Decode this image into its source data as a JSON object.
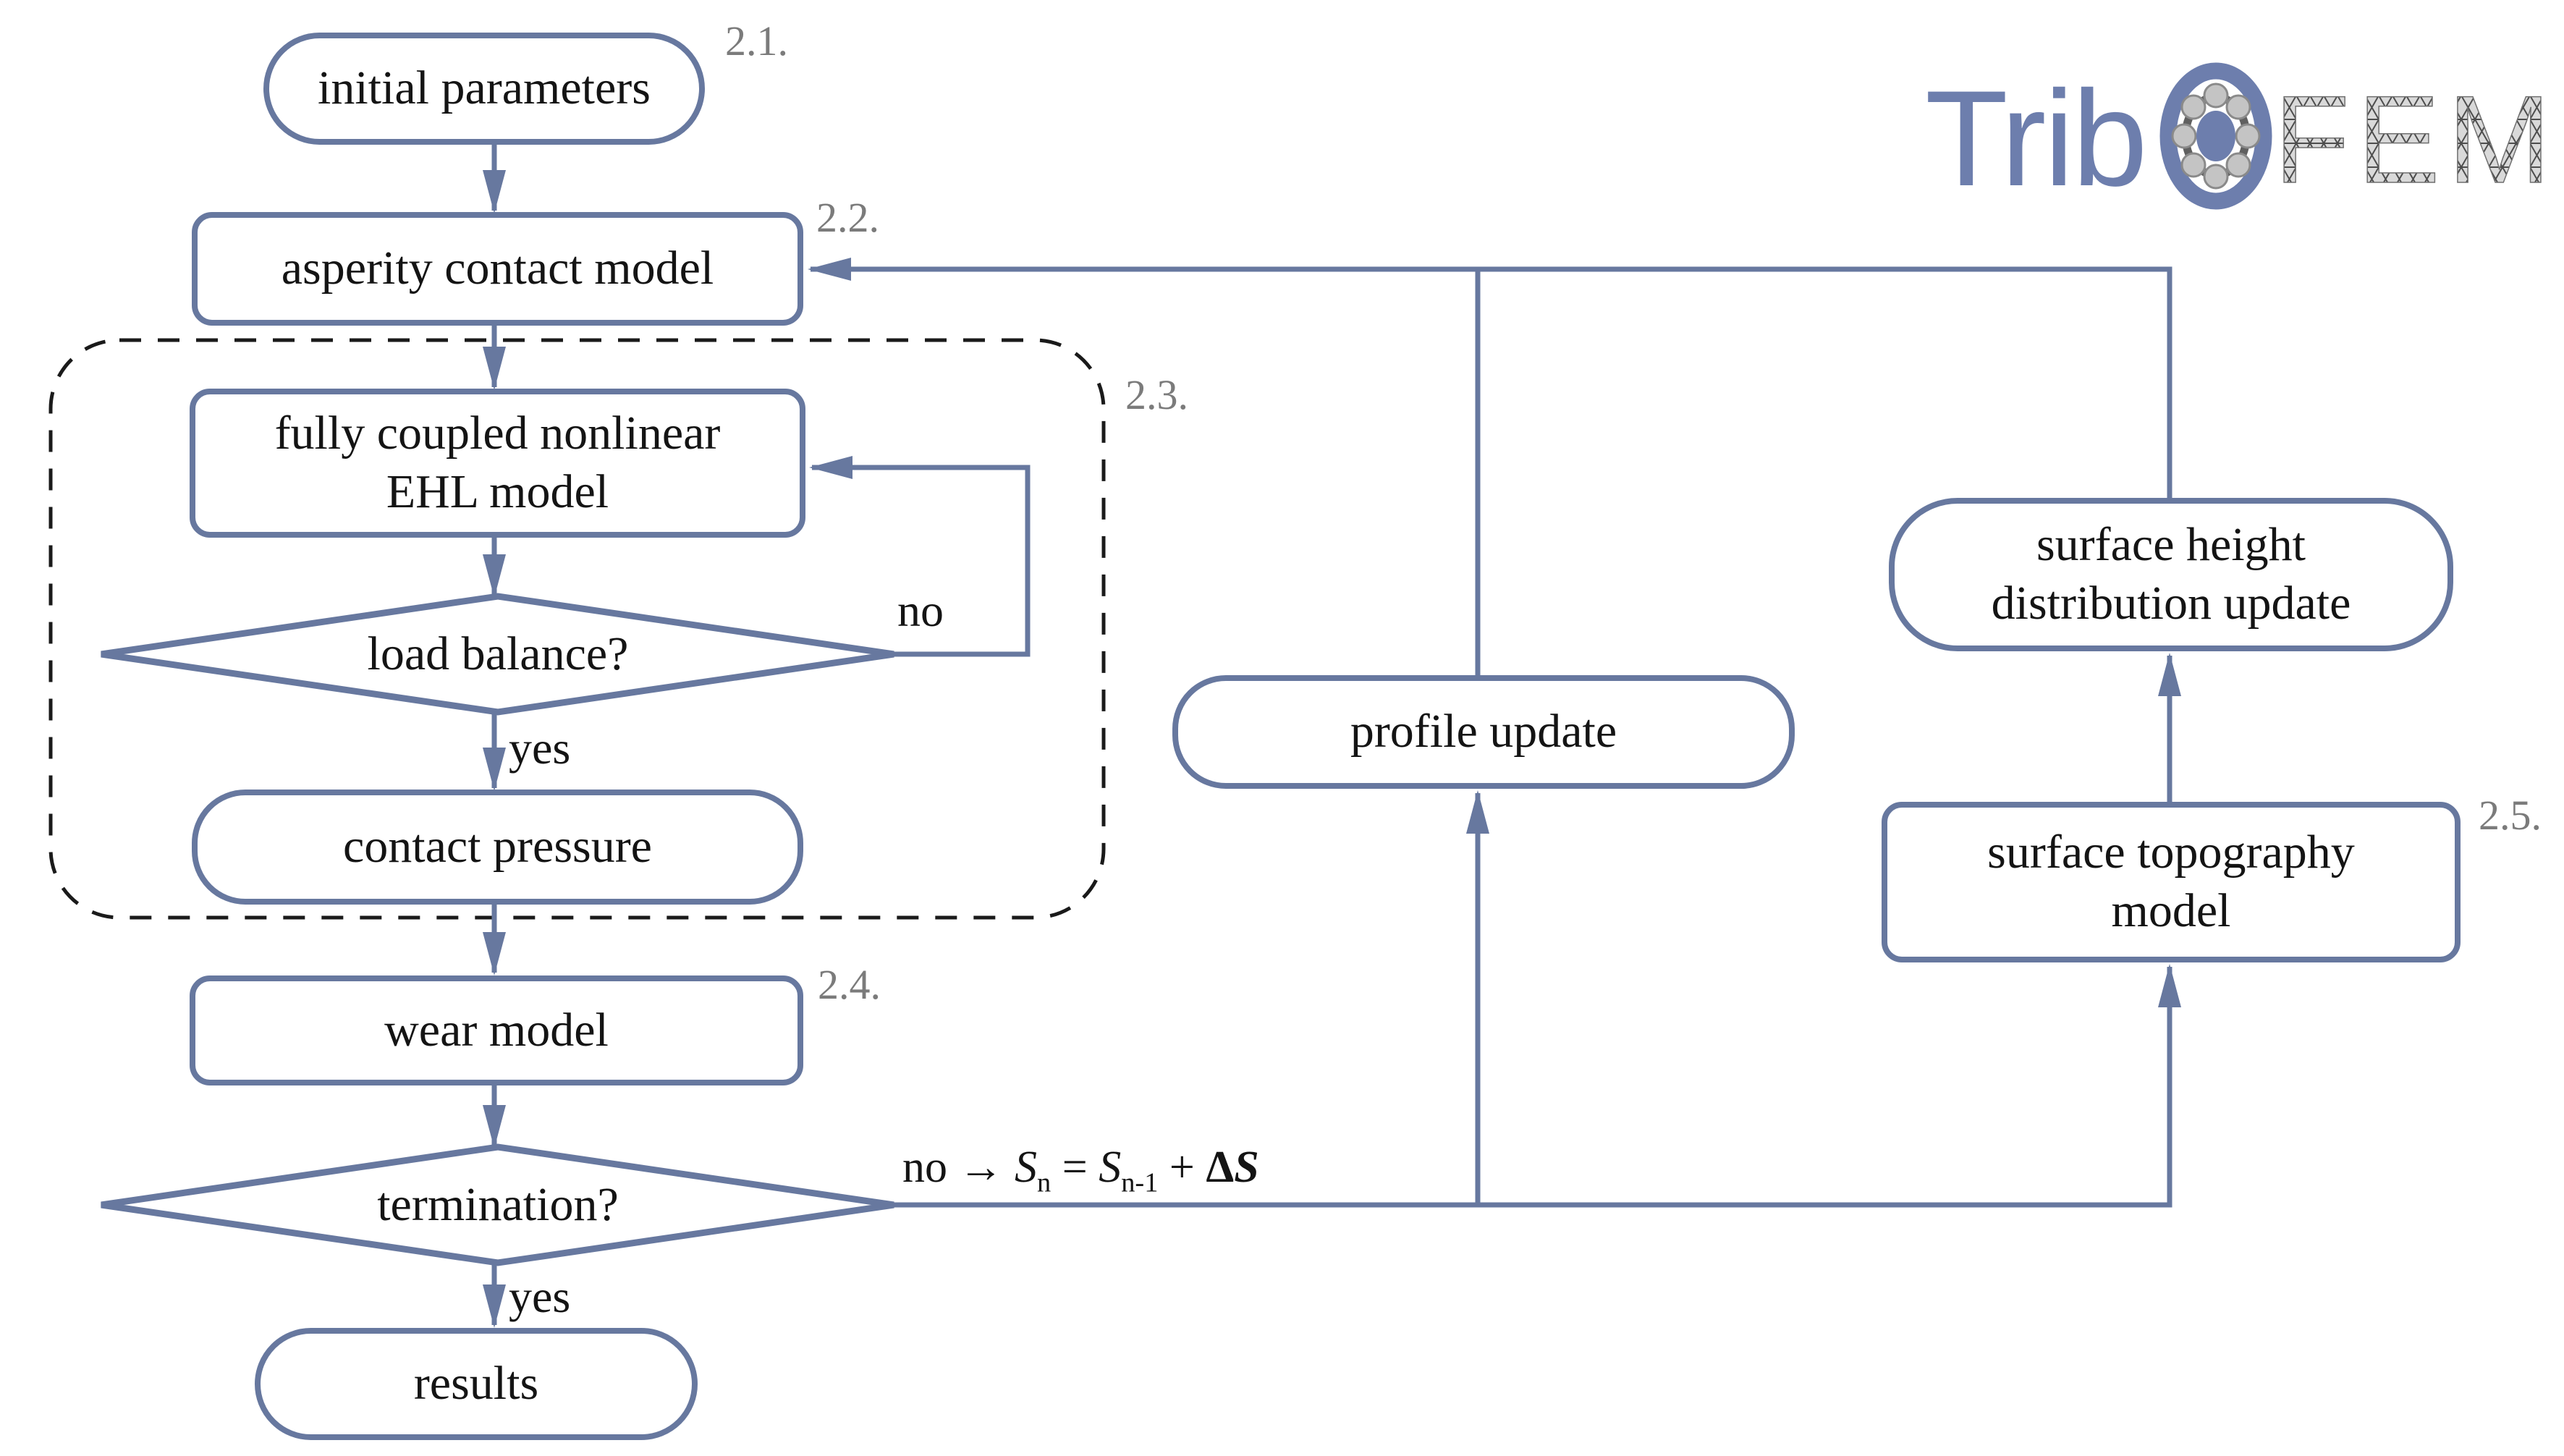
{
  "colors": {
    "accent": "#67789f",
    "label_gray": "#7b7b7b",
    "text": "#141414",
    "logo_blue": "#6d7ead",
    "dash": "#1a1a1a"
  },
  "logo": {
    "trib": "Trib",
    "fem": "FEM"
  },
  "nodes": {
    "initial": {
      "label": "initial parameters"
    },
    "asperity": {
      "label": "asperity contact model"
    },
    "ehl": {
      "label": "fully coupled nonlinear\nEHL model"
    },
    "load_balance": {
      "label": "load balance?"
    },
    "contact_pressure": {
      "label": "contact pressure"
    },
    "wear": {
      "label": "wear model"
    },
    "termination": {
      "label": "termination?"
    },
    "results": {
      "label": "results"
    },
    "profile_update": {
      "label": "profile update"
    },
    "surface_height": {
      "label": "surface height\ndistribution update"
    },
    "surface_topography": {
      "label": "surface topography\nmodel"
    }
  },
  "tags": {
    "t21": "2.1.",
    "t22": "2.2.",
    "t23": "2.3.",
    "t24": "2.4.",
    "t25": "2.5."
  },
  "edge_labels": {
    "no_loop": "no",
    "yes_load": "yes",
    "yes_termination": "yes",
    "formula": {
      "lead": "no → ",
      "S": "S",
      "sub1": "n",
      "mid": " = ",
      "sub2": "n-1",
      "plus": " + ",
      "delta": "Δ",
      "S3": "S"
    }
  }
}
